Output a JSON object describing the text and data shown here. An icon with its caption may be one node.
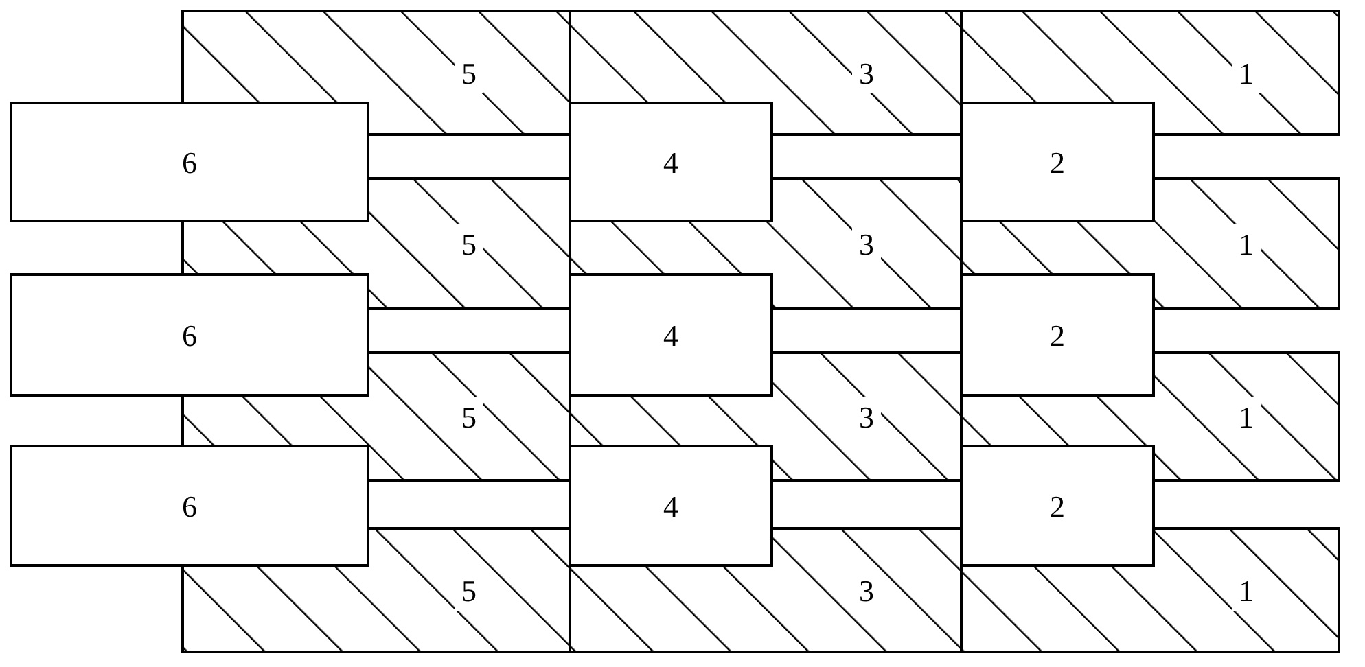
{
  "diagram": {
    "nodes": [
      {
        "text": [
          "5"
        ]
      },
      {
        "text": [
          "3"
        ]
      },
      {
        "text": [
          "1"
        ]
      },
      {
        "text": [
          "6"
        ]
      },
      {
        "text": [
          "4"
        ]
      },
      {
        "text": [
          "2"
        ]
      },
      {
        "text": [
          "5"
        ]
      },
      {
        "text": [
          "3"
        ]
      },
      {
        "text": [
          "1"
        ]
      },
      {
        "text": [
          "6"
        ]
      },
      {
        "text": [
          "4"
        ]
      },
      {
        "text": [
          "2"
        ]
      },
      {
        "text": [
          "5"
        ]
      },
      {
        "text": [
          "3"
        ]
      },
      {
        "text": [
          "1"
        ]
      },
      {
        "text": [
          "6"
        ]
      },
      {
        "text": [
          "4"
        ]
      },
      {
        "text": [
          "2"
        ]
      },
      {
        "text": [
          "5"
        ]
      },
      {
        "text": [
          "3"
        ]
      },
      {
        "text": [
          "1"
        ]
      }
    ]
  }
}
